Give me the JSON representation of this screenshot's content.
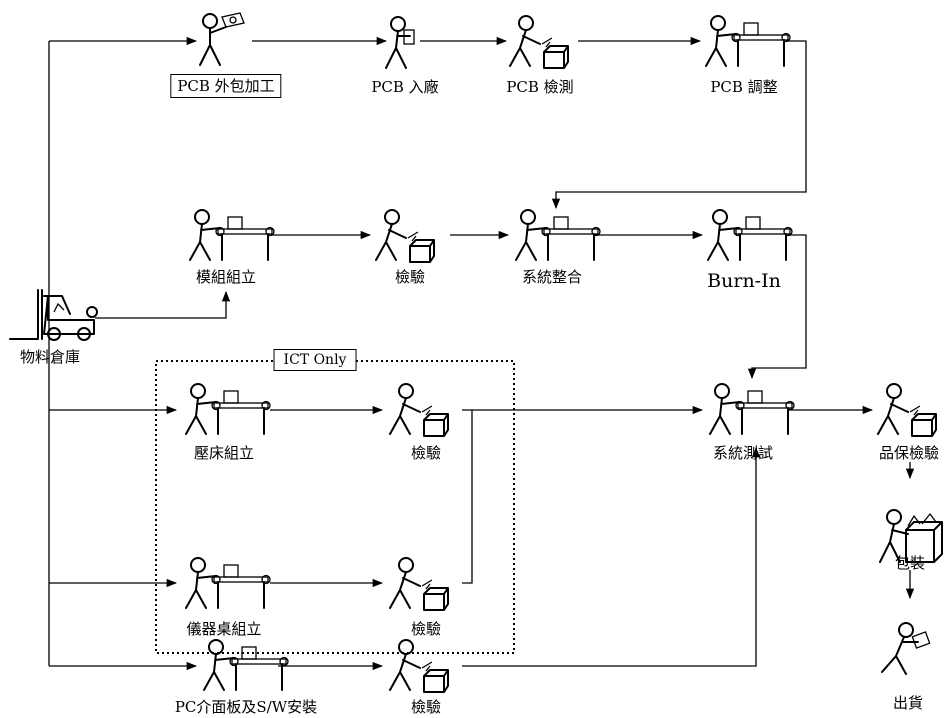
{
  "warehouse": {
    "label": "物料倉庫",
    "icon": "forklift-icon"
  },
  "ict_group": {
    "label": "ICT Only"
  },
  "steps": {
    "pcb_outsourcing": "PCB 外包加工",
    "pcb_receiving": "PCB 入廠",
    "pcb_inspection": "PCB 檢測",
    "pcb_adjust": "PCB 調整",
    "module_assembly": "模組組立",
    "module_check": "檢驗",
    "system_integration": "系統整合",
    "burn_in": "Burn-In",
    "press_assembly": "壓床組立",
    "press_check": "檢驗",
    "instrument_assembly": "儀器桌組立",
    "instrument_check": "檢驗",
    "pc_panel_assembly": "PC介面板及S/W安裝",
    "pc_panel_check": "檢驗",
    "system_test": "系統測試",
    "qa_inspection": "品保檢驗",
    "packing": "包裝",
    "shipping": "出貨"
  }
}
